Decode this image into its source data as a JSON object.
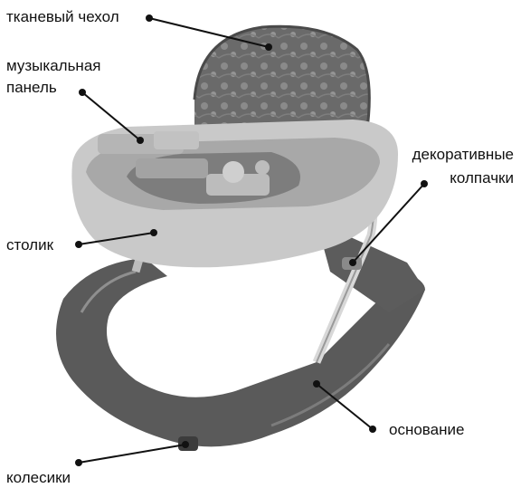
{
  "labels": {
    "fabric_cover": "тканевый чехол",
    "music_panel_line1": "музыкальная",
    "music_panel_line2": "панель",
    "decorative_caps_line1": "декоративные",
    "decorative_caps_line2": "колпачки",
    "tray": "столик",
    "base": "основание",
    "wheels": "колесики"
  },
  "colors": {
    "ink": "#111111",
    "frame_dark": "#5a5a5a",
    "tray_light": "#c9c9c9",
    "seat_pattern": "#6e6e6e",
    "background": "#ffffff"
  }
}
